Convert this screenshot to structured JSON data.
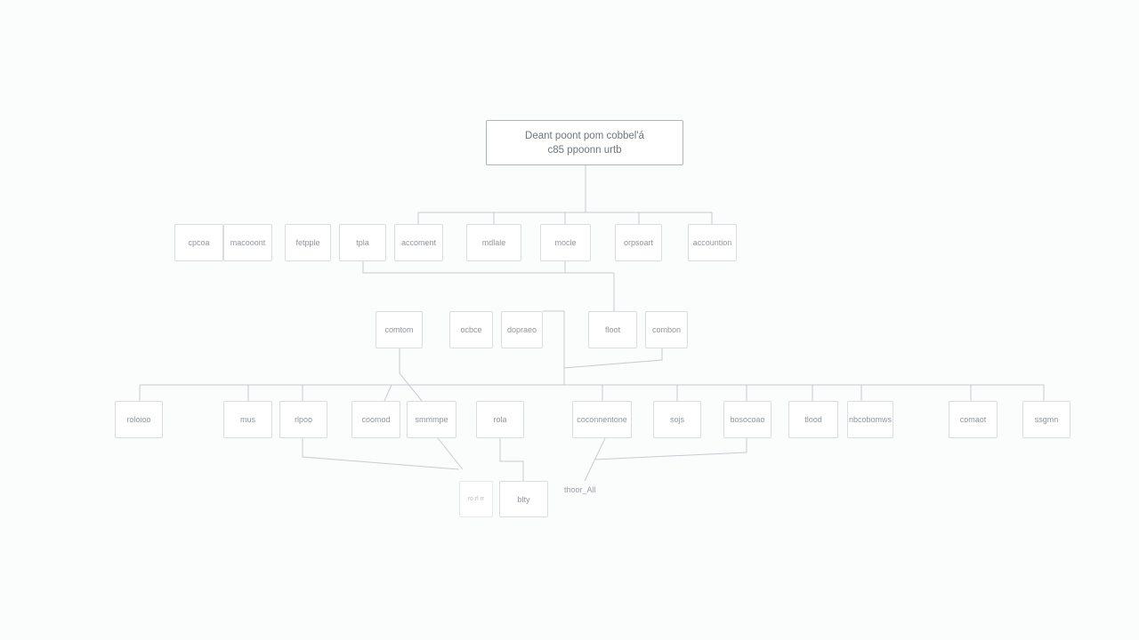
{
  "root": {
    "line1": "Deant poont pom cobbel'á",
    "line2": "c85 ppoonn urtb"
  },
  "nodes": [
    {
      "id": "n1",
      "label": "cpcoa"
    },
    {
      "id": "n2",
      "label": "macooont"
    },
    {
      "id": "n3",
      "label": "fetpple"
    },
    {
      "id": "n4",
      "label": "tpla"
    },
    {
      "id": "n5",
      "label": "accoment"
    },
    {
      "id": "n6",
      "label": "mdlale"
    },
    {
      "id": "n7",
      "label": "mocle"
    },
    {
      "id": "n8",
      "label": "orpsoart"
    },
    {
      "id": "n9",
      "label": "accountion"
    },
    {
      "id": "n10",
      "label": "comtom"
    },
    {
      "id": "n11",
      "label": "ocbce"
    },
    {
      "id": "n12",
      "label": "dopraeo"
    },
    {
      "id": "n13",
      "label": "floot"
    },
    {
      "id": "n14",
      "label": "combon"
    },
    {
      "id": "n15",
      "label": "roloioo"
    },
    {
      "id": "n16",
      "label": "mus"
    },
    {
      "id": "n17",
      "label": "rlpoo"
    },
    {
      "id": "n18",
      "label": "coomod"
    },
    {
      "id": "n19",
      "label": "smmmpe"
    },
    {
      "id": "n20",
      "label": "rola"
    },
    {
      "id": "n21",
      "label": "coconnentone"
    },
    {
      "id": "n22",
      "label": "sojs"
    },
    {
      "id": "n23",
      "label": "bosocoao"
    },
    {
      "id": "n24",
      "label": "tlood"
    },
    {
      "id": "n25",
      "label": "nbcobomws"
    },
    {
      "id": "n26",
      "label": "comaot"
    },
    {
      "id": "n27",
      "label": "ssgmn"
    },
    {
      "id": "n28",
      "label": "ro rl rr"
    },
    {
      "id": "n29",
      "label": "blty"
    }
  ],
  "annotation": "thoor_All",
  "colors": {
    "border": "#d9dde0",
    "root_border": "#aeb4b9",
    "line": "#c3c9cd",
    "text": "#8f969c"
  }
}
